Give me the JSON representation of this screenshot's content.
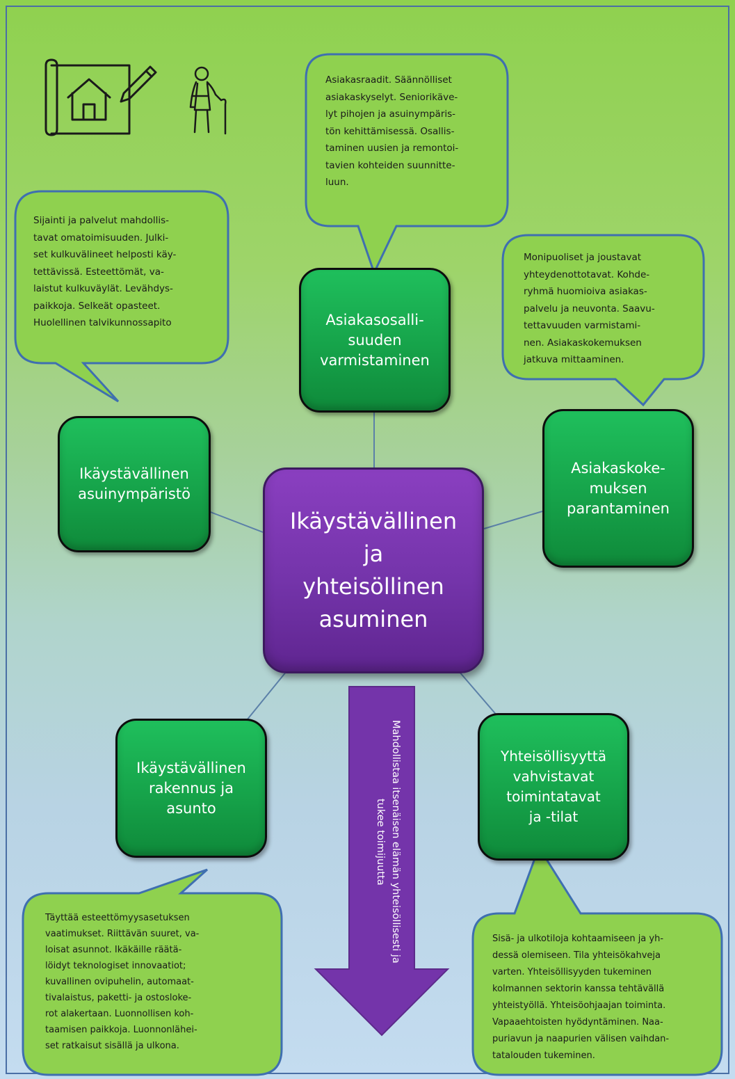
{
  "central": {
    "lines": [
      "Ikäystävällinen",
      "ja",
      "yhteisöllinen",
      "asuminen"
    ]
  },
  "nodes": {
    "asiakasosallisuus": {
      "lines": [
        "Asiakasosalli-",
        "suuden",
        "varmistaminen"
      ]
    },
    "ymparisto": {
      "lines": [
        "Ikäystävällinen",
        "asuinympäristö"
      ]
    },
    "asiakaskokemus": {
      "lines": [
        "Asiakaskoke-",
        "muksen",
        "parantaminen"
      ]
    },
    "rakennus": {
      "lines": [
        "Ikäystävällinen",
        "rakennus ja",
        "asunto"
      ]
    },
    "yhteisollisyys": {
      "lines": [
        "Yhteisöllisyyttä",
        "vahvistavat",
        "toimintatavat",
        "ja -tilat"
      ]
    }
  },
  "bubbles": {
    "asiakasosallisuus": {
      "lines": [
        "Asiakasraadit. Säännölliset",
        "asiakaskyselyt. Seniorikäve-",
        "lyt pihojen ja asuinympäris-",
        "tön kehittämisessä. Osallis-",
        "taminen uusien ja remontoi-",
        "tavien kohteiden suunnitte-",
        "luun."
      ]
    },
    "ymparisto": {
      "lines": [
        "Sijainti ja palvelut mahdollis-",
        "tavat omatoimisuuden.  Julki-",
        "set kulkuvälineet helposti käy-",
        "tettävissä. Esteettömät, va-",
        "laistut kulkuväylät. Levähdys-",
        "paikkoja. Selkeät opasteet.",
        "Huolellinen talvikunnossapito"
      ]
    },
    "asiakaskokemus": {
      "lines": [
        "Monipuoliset ja joustavat",
        "yhteydenottotavat. Kohde-",
        "ryhmä huomioiva asiakas-",
        "palvelu ja neuvonta. Saavu-",
        "tettavuuden varmistami-",
        "nen. Asiakaskokemuksen",
        "jatkuva mittaaminen."
      ]
    },
    "rakennus": {
      "lines": [
        "Täyttää esteettömyysasetuksen",
        "vaatimukset. Riittävän suuret, va-",
        "loisat asunnot. Ikäkäille räätä-",
        "löidyt teknologiset innovaatiot;",
        "kuvallinen ovipuhelin, automaat-",
        "tivalaistus, paketti- ja ostosloke-",
        "rot alakertaan.  Luonnollisen koh-",
        "taamisen paikkoja. Luonnonläheі-",
        "set ratkaisut sisällä ja ulkona."
      ]
    },
    "yhteisollisyys": {
      "lines": [
        "Sisä- ja ulkotiloja kohtaamiseen ja yh-",
        "dessä olemiseen. Tila yhteisökahveja",
        "varten. Yhteisöllisyyden tukeminen",
        "kolmannen sektorin kanssa tehtävällä",
        "yhteistyöllä. Yhteisöohjaajan toiminta.",
        "Vapaaehtoisten hyödyntäminen. Naa-",
        "puriavun ja naapurien välisen vaihdan-",
        "tatalouden tukeminen."
      ]
    }
  },
  "arrow": {
    "lines": [
      "Mahdollistaa itsenäisen elämän yhteisöllisesti ja",
      "tukee toimijuutta"
    ]
  },
  "icons": [
    "blueprint-house-icon",
    "elderly-person-with-cane-icon"
  ],
  "colors": {
    "background_top": "#8fd14f",
    "background_bottom": "#c4dcf0",
    "node_green": "#16a34a",
    "center_purple": "#7434aa",
    "bubble_fill": "#8fd14f",
    "bubble_stroke": "#3f6fb0"
  }
}
